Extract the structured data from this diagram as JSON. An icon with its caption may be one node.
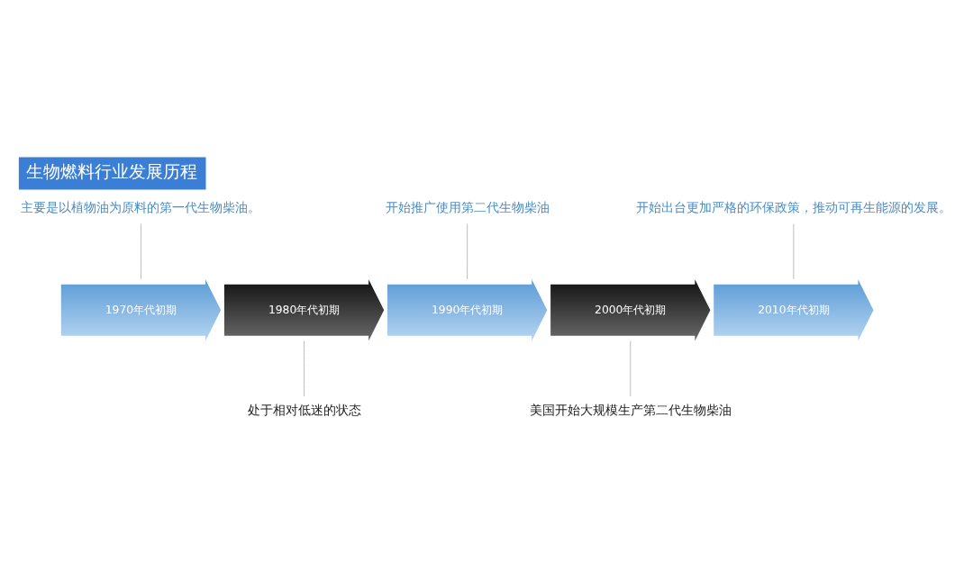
{
  "diagram": {
    "title": "生物燃料行业发展历程",
    "nodes": [
      {
        "text": [
          "1970年代初期"
        ]
      },
      {
        "text": [
          "1980年代初期"
        ]
      },
      {
        "text": [
          "1990年代初期"
        ]
      },
      {
        "text": [
          "2000年代初期"
        ]
      },
      {
        "text": [
          "2010年代初期"
        ]
      },
      {
        "text": [
          "主要是以植物油为原料的第一代生物柴油。"
        ]
      },
      {
        "text": [
          "处于相对低迷的状态"
        ]
      },
      {
        "text": [
          "开始推广使用第二代生物柴油"
        ]
      },
      {
        "text": [
          "美国开始大规模生产第二代生物柴油"
        ]
      },
      {
        "text": [
          "开始出台更加严格的环保政策，推动可再生能源的发展。"
        ]
      }
    ],
    "edges": [
      {
        "from": 5,
        "to": 0,
        "arrow": "none"
      },
      {
        "from": 6,
        "to": 1,
        "arrow": "none"
      },
      {
        "from": 7,
        "to": 2,
        "arrow": "none"
      },
      {
        "from": 8,
        "to": 3,
        "arrow": "none"
      },
      {
        "from": 9,
        "to": 4,
        "arrow": "none"
      }
    ]
  }
}
